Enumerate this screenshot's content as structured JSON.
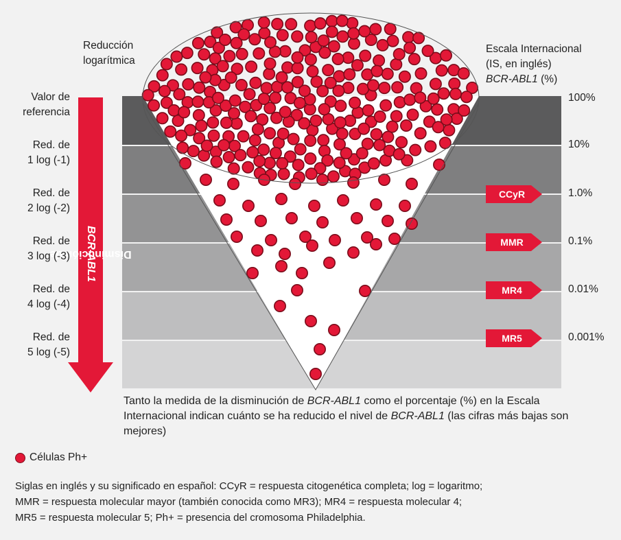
{
  "labels": {
    "log_reduction": [
      "Reducción",
      "logarítmica"
    ],
    "scale_title": [
      "Escala Internacional",
      "(IS, en inglés)"
    ],
    "scale_gene": "BCR-ABL1",
    "scale_unit": " (%)",
    "baseline": [
      "Valor de",
      "referencia"
    ],
    "reductions": [
      [
        "Red. de",
        "1 log (-1)"
      ],
      [
        "Red. de",
        "2 log (-2)"
      ],
      [
        "Red. de",
        "3 log (-3)"
      ],
      [
        "Red. de",
        "4 log (-4)"
      ],
      [
        "Red. de",
        "5 log (-5)"
      ]
    ],
    "arrow_prefix": "Disminución de ",
    "arrow_gene": "BCR-ABL1"
  },
  "percentages": [
    "100%",
    "10%",
    "1.0%",
    "0.1%",
    "0.01%",
    "0.001%"
  ],
  "badges": [
    "CCyR",
    "MMR",
    "MR4",
    "MR5"
  ],
  "caption": {
    "p1": "Tanto la medida de la disminución de ",
    "gene1": "BCR-ABL1",
    "p2": " como el porcentaje (%) en la Escala Internacional indican cuánto se ha reducido el nivel de ",
    "gene2": "BCR-ABL1",
    "p3": " (las cifras más bajas son mejores)"
  },
  "legend": "Células Ph+",
  "footnote": {
    "line1": "Siglas en inglés y su significado en español: CCyR = respuesta citogenética completa; log = logaritmo;",
    "line2": "MMR = respuesta molecular mayor (también conocida como MR3); MR4 = respuesta molecular 4;",
    "line3": "MR5 = respuesta molecular 5; Ph+ = presencia del cromosoma Philadelphia."
  },
  "colors": {
    "cell": "#e31837",
    "cell_stroke": "#7a0c1a",
    "arrow": "#e31837",
    "bands": [
      "#5b5b5c",
      "#7f7f80",
      "#939394",
      "#a7a7a8",
      "#bebebf",
      "#d4d4d5"
    ]
  }
}
